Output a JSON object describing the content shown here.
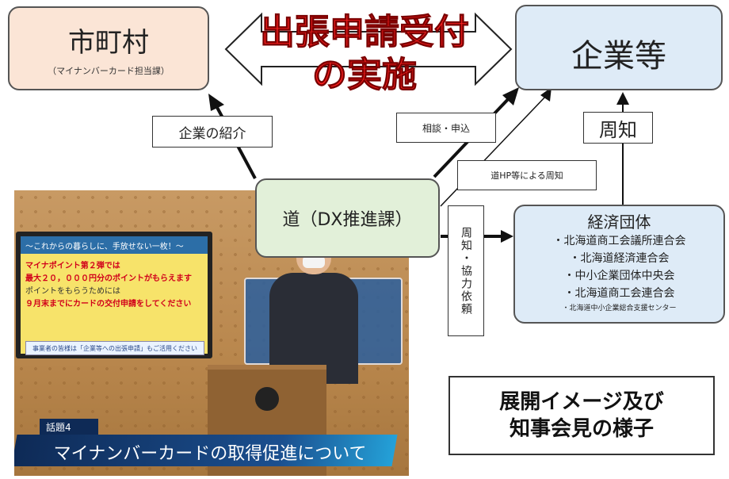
{
  "title_lines": [
    "出張申請受付",
    "の実施"
  ],
  "city": {
    "name": "市町村",
    "sub": "（マイナンバーカード担当課）"
  },
  "corp": {
    "name": "企業等"
  },
  "dept": {
    "name": "道（DX推進課）"
  },
  "labels": {
    "intro": "企業の紹介",
    "consult": "相談・申込",
    "hp": "道HP等による周知",
    "notice": "周知",
    "vertical": "周知・協力依頼"
  },
  "econ": {
    "title": "経済団体",
    "members": [
      "・北海道商工会議所連合会",
      "・北海道経済連合会",
      "・中小企業団体中央会",
      "・北海道商工会連合会",
      "・北海道中小企業総合支援センター"
    ]
  },
  "video": {
    "monitor_header": "～これからの暮らしに、手放せない一枚！～",
    "monitor_lines": [
      "マイナポイント第２弾では",
      "最大２０，０００円分のポイントがもらえます",
      "ポイントをもらうためには",
      "９月末までにカードの交付申請をしてください"
    ],
    "monitor_footer": "事業者の皆様は「企業等への出張申請」もご活用ください",
    "topic": "話題4",
    "caption": "マイナンバーカードの取得促進について"
  },
  "summary_lines": [
    "展開イメージ及び",
    "知事会見の様子"
  ]
}
